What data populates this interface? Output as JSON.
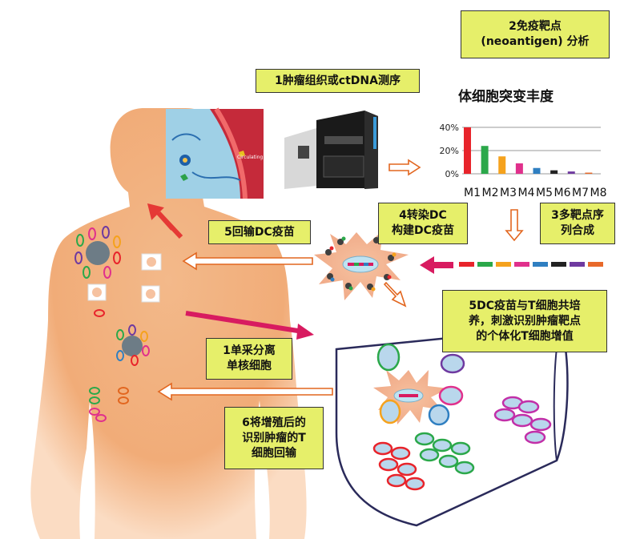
{
  "steps": {
    "sequencing": "1肿瘤组织或ctDNA测序",
    "neoantigen_line1": "2免疫靶点",
    "neoantigen_line2": "(neoantigen) 分析",
    "synthesis_line1": "3多靶点序",
    "synthesis_line2": "列合成",
    "transfect_line1": "4转染DC",
    "transfect_line2": "构建DC疫苗",
    "reinfuse_dc": "5回输DC疫苗",
    "coculture_line1": "5DC疫苗与T细胞共培",
    "coculture_line2": "养，刺激识别肿瘤靶点",
    "coculture_line3": "的个体化T细胞增值",
    "apheresis_line1": "1单采分离",
    "apheresis_line2": "单核细胞",
    "return_line1": "6将增殖后的",
    "return_line2": "识别肿瘤的T",
    "return_line3": "细胞回输"
  },
  "photo_caption": "Circulating Tumor DNA",
  "sequence_colors": [
    "#e8242b",
    "#2ba84a",
    "#f5a21d",
    "#e0308c",
    "#2f7fc1",
    "#222222",
    "#6f3aa0",
    "#e8692a"
  ],
  "chart_data": {
    "type": "bar",
    "title": "体细胞突变丰度",
    "categories": [
      "M1",
      "M2",
      "M3",
      "M4",
      "M5",
      "M6",
      "M7",
      "M8"
    ],
    "values": [
      40,
      24,
      15,
      9,
      5,
      3,
      2,
      1
    ],
    "ylim": [
      0,
      40
    ],
    "yticks": [
      "0%",
      "20%",
      "40%"
    ],
    "colors": [
      "#e8242b",
      "#2ba84a",
      "#f5a21d",
      "#e0308c",
      "#2f7fc1",
      "#222222",
      "#6f3aa0",
      "#e8692a"
    ]
  }
}
